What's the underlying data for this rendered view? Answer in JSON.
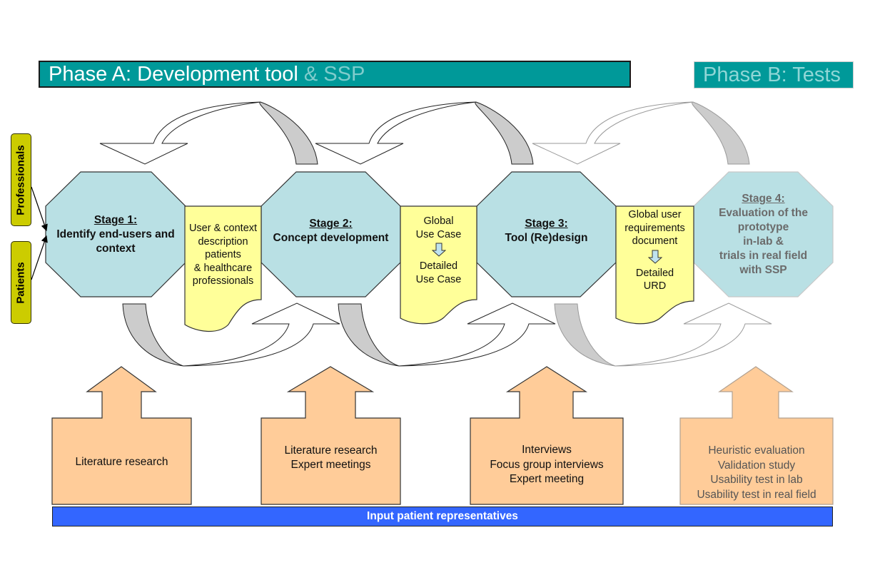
{
  "phases": {
    "a": {
      "title": "Phase A: Development tool",
      "suffix": "& SSP"
    },
    "b": {
      "title": "Phase B: Tests"
    }
  },
  "actors": [
    {
      "label": "Professionals"
    },
    {
      "label": "Patients"
    }
  ],
  "stages": [
    {
      "title": "Stage 1:",
      "lines": [
        "Identify end-users and",
        "context"
      ]
    },
    {
      "title": "Stage 2:",
      "lines": [
        "Concept development"
      ]
    },
    {
      "title": "Stage 3:",
      "lines": [
        "Tool (Re)design"
      ]
    },
    {
      "title": "Stage 4:",
      "lines": [
        "Evaluation of the",
        "prototype",
        "in-lab &",
        "trials in real field",
        "with SSP"
      ]
    }
  ],
  "documents": [
    {
      "lines": [
        "User & context",
        "description",
        "patients",
        "& healthcare",
        "professionals"
      ]
    },
    {
      "top": [
        "Global",
        "Use Case"
      ],
      "bottom": [
        "Detailed",
        "Use Case"
      ],
      "icon": "down-arrow-icon"
    },
    {
      "top": [
        "Global user",
        "requirements",
        "document"
      ],
      "bottom": [
        "Detailed",
        "URD"
      ],
      "icon": "down-arrow-icon"
    }
  ],
  "inputs": [
    {
      "lines": [
        "Literature research"
      ]
    },
    {
      "lines": [
        "Literature research",
        "Expert meetings"
      ]
    },
    {
      "lines": [
        "Interviews",
        "Focus group interviews",
        "Expert meeting"
      ]
    },
    {
      "lines": [
        "Heuristic evaluation",
        "Validation study",
        "Usability test in lab",
        "Usability test in real field"
      ]
    }
  ],
  "bottom_bar": {
    "label": "Input patient representatives"
  },
  "colors": {
    "phase": "#009999",
    "stage": "#b9e0e4",
    "document": "#ffff99",
    "input": "#ffcc99",
    "actor": "#cccc00",
    "bar": "#3366ff",
    "loop_shade": "#cccccc"
  }
}
